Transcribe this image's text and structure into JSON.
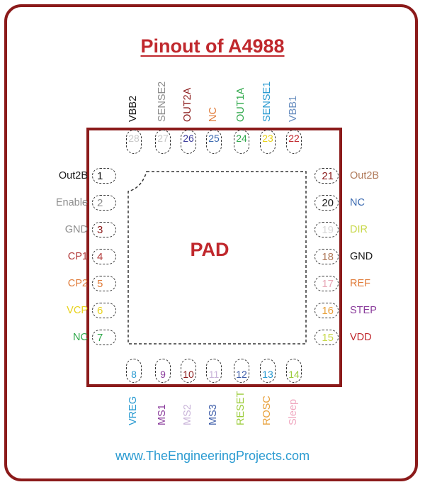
{
  "title": "Pinout of A4988",
  "center_label": "PAD",
  "footer": "www.TheEngineeringProjects.com",
  "pins": {
    "left": [
      {
        "num": "1",
        "label": "Out2B",
        "color": "#1a1a1a"
      },
      {
        "num": "2",
        "label": "Enable",
        "color": "#8c8c8c"
      },
      {
        "num": "3",
        "label": "GND",
        "color": "#8c8c8c"
      },
      {
        "num": "4",
        "label": "CP1",
        "color": "#b23a3a"
      },
      {
        "num": "5",
        "label": "CP2",
        "color": "#e07b39"
      },
      {
        "num": "6",
        "label": "VCP",
        "color": "#e8d21a"
      },
      {
        "num": "7",
        "label": "NC",
        "color": "#2ea84a"
      }
    ],
    "bottom": [
      {
        "num": "8",
        "label": "VREG",
        "color": "#2b9bd1"
      },
      {
        "num": "9",
        "label": "MS1",
        "color": "#8a3b9b"
      },
      {
        "num": "10",
        "label": "MS2",
        "color": "#c9b4d9"
      },
      {
        "num": "11",
        "label": "MS3",
        "color": "#3b5ba8"
      },
      {
        "num": "12",
        "label": "RESET",
        "color": "#9ccc3c"
      },
      {
        "num": "13",
        "label": "ROSC",
        "color": "#e8a03a"
      },
      {
        "num": "14",
        "label": "Sleep",
        "color": "#f0a8c0"
      }
    ],
    "right": [
      {
        "num": "21",
        "label": "Out2B",
        "color": "#b07a5a"
      },
      {
        "num": "20",
        "label": "NC",
        "color": "#3b6ab0"
      },
      {
        "num": "19",
        "label": "DIR",
        "color": "#c8d84a"
      },
      {
        "num": "18",
        "label": "GND",
        "color": "#1a1a1a"
      },
      {
        "num": "17",
        "label": "REF",
        "color": "#e07b39"
      },
      {
        "num": "16",
        "label": "STEP",
        "color": "#8a3b9b"
      },
      {
        "num": "15",
        "label": "VDD",
        "color": "#c0282d"
      }
    ],
    "top": [
      {
        "num": "28",
        "label": "VBB2",
        "color": "#1a1a1a"
      },
      {
        "num": "27",
        "label": "SENSE2",
        "color": "#8c8c8c"
      },
      {
        "num": "26",
        "label": "OUT2A",
        "color": "#8b1a1a"
      },
      {
        "num": "25",
        "label": "NC",
        "color": "#e07b39"
      },
      {
        "num": "24",
        "label": "OUT1A",
        "color": "#2ea84a"
      },
      {
        "num": "23",
        "label": "SENSE1",
        "color": "#2b9bd1"
      },
      {
        "num": "22",
        "label": "VBB1",
        "color": "#6a8fc0"
      }
    ]
  },
  "pin_number_colors": {
    "left": [
      "#1a1a1a",
      "#8c8c8c",
      "#8b1a1a",
      "#b23a3a",
      "#e07b39",
      "#e8d21a",
      "#2ea84a"
    ],
    "bottom": [
      "#2b9bd1",
      "#8a3b9b",
      "#8b1a1a",
      "#c9b4d9",
      "#3b5ba8",
      "#2b9bd1",
      "#9ccc3c"
    ],
    "right": [
      "#8b1a1a",
      "#1a1a1a",
      "#d8d8d8",
      "#b07a5a",
      "#e8a8b8",
      "#e8a03a",
      "#c8d84a"
    ],
    "top": [
      "#c9c9c9",
      "#c9c9c9",
      "#3b3b9b",
      "#3b6ab0",
      "#2ea84a",
      "#e8d21a",
      "#c0282d"
    ]
  }
}
